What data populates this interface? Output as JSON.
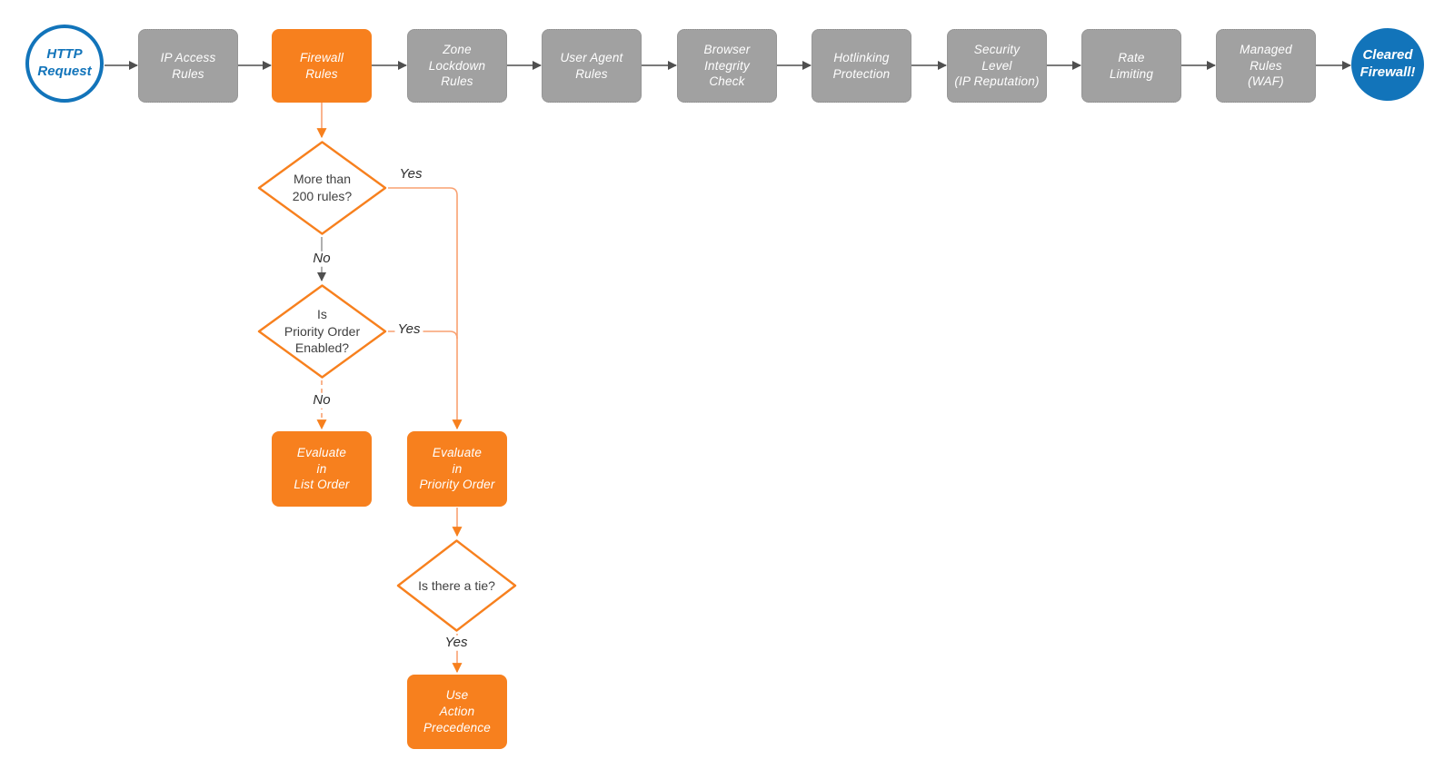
{
  "diagram": {
    "title": "Cloudflare firewall request evaluation flowchart",
    "colors": {
      "orange": "#f7801e",
      "light_orange": "#f9a171",
      "gray_fill": "#a1a1a1",
      "gray_edge_line": "#9b9b9b",
      "dark_arrow": "#4f4f4f",
      "blue": "#1274ba",
      "diamond_text": "#3f3f3f",
      "background": "#ffffff"
    },
    "nodes": {
      "http_request": {
        "label": "HTTP\nRequest"
      },
      "ip_access": {
        "label": "IP Access\nRules"
      },
      "firewall": {
        "label": "Firewall\nRules"
      },
      "zone_lockdown": {
        "label": "Zone\nLockdown\nRules"
      },
      "user_agent": {
        "label": "User Agent\nRules"
      },
      "browser_integrity": {
        "label": "Browser\nIntegrity\nCheck"
      },
      "hotlinking": {
        "label": "Hotlinking\nProtection"
      },
      "security_level": {
        "label": "Security\nLevel\n(IP Reputation)"
      },
      "rate_limiting": {
        "label": "Rate\nLimiting"
      },
      "managed_rules": {
        "label": "Managed\nRules\n(WAF)"
      },
      "cleared": {
        "label": "Cleared\nFirewall!"
      },
      "d_more_rules": {
        "label": "More than\n200 rules?"
      },
      "d_priority_enabled": {
        "label": "Is\nPriority Order\nEnabled?"
      },
      "d_tie": {
        "label": "Is there a tie?"
      },
      "eval_list": {
        "label": "Evaluate\nin\nList Order"
      },
      "eval_priority": {
        "label": "Evaluate\nin\nPriority Order"
      },
      "use_precedence": {
        "label": "Use\nAction\nPrecedence"
      }
    },
    "edge_labels": {
      "yes1": "Yes",
      "no1": "No",
      "yes2": "Yes",
      "no2": "No",
      "yes3": "Yes"
    }
  }
}
